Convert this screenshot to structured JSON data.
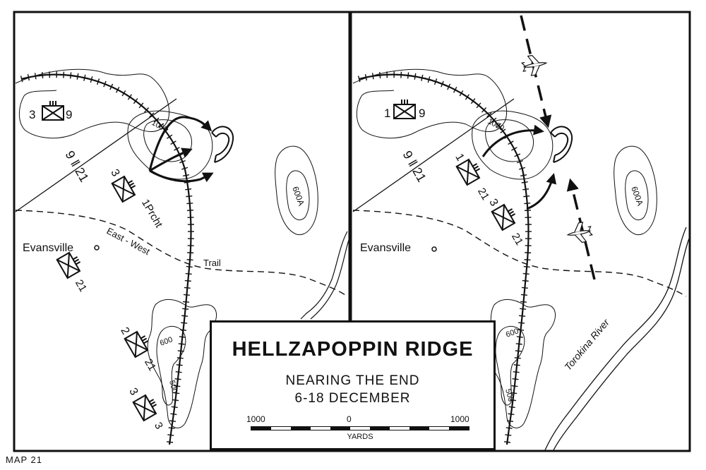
{
  "title_block": {
    "title": "HELLZAPOPPIN RIDGE",
    "subtitle": "NEARING THE END",
    "dates": "6-18 DECEMBER",
    "scale": {
      "left": "1000",
      "middle": "0",
      "right": "1000",
      "unit": "YARDS"
    }
  },
  "map_number": "MAP 21",
  "left_panel": {
    "evansville": "Evansville",
    "trail_word_1": "East - West",
    "trail_word_2": "Trail",
    "unit_3_9": {
      "left": "3",
      "right": "9"
    },
    "unit_3_1prcht": {
      "left": "3",
      "right": "1Prcht"
    },
    "unit_21_evansville": {
      "right": "21"
    },
    "unit_2_21": {
      "left": "2",
      "right": "21"
    },
    "unit_3_3": {
      "left": "3",
      "right": "3"
    },
    "boundary_label": "9 ǁ 21",
    "hill_1000": "1000",
    "hill_600a": "600A",
    "hill_600": "600",
    "hill_500": "500"
  },
  "right_panel": {
    "evansville": "Evansville",
    "river": "Torokina River",
    "unit_1_9": {
      "left": "1",
      "right": "9"
    },
    "unit_1_21": {
      "left": "1",
      "right": "21"
    },
    "unit_3_21": {
      "left": "3",
      "right": "21"
    },
    "boundary_label": "9 ǁ 21",
    "hill_1000": "1000",
    "hill_600a": "600A",
    "hill_600": "600",
    "hill_500": "500"
  },
  "icons": [
    "infantry-unit-symbol",
    "airplane-icon",
    "objective-horseshoe-icon",
    "attack-arrow-icon"
  ]
}
